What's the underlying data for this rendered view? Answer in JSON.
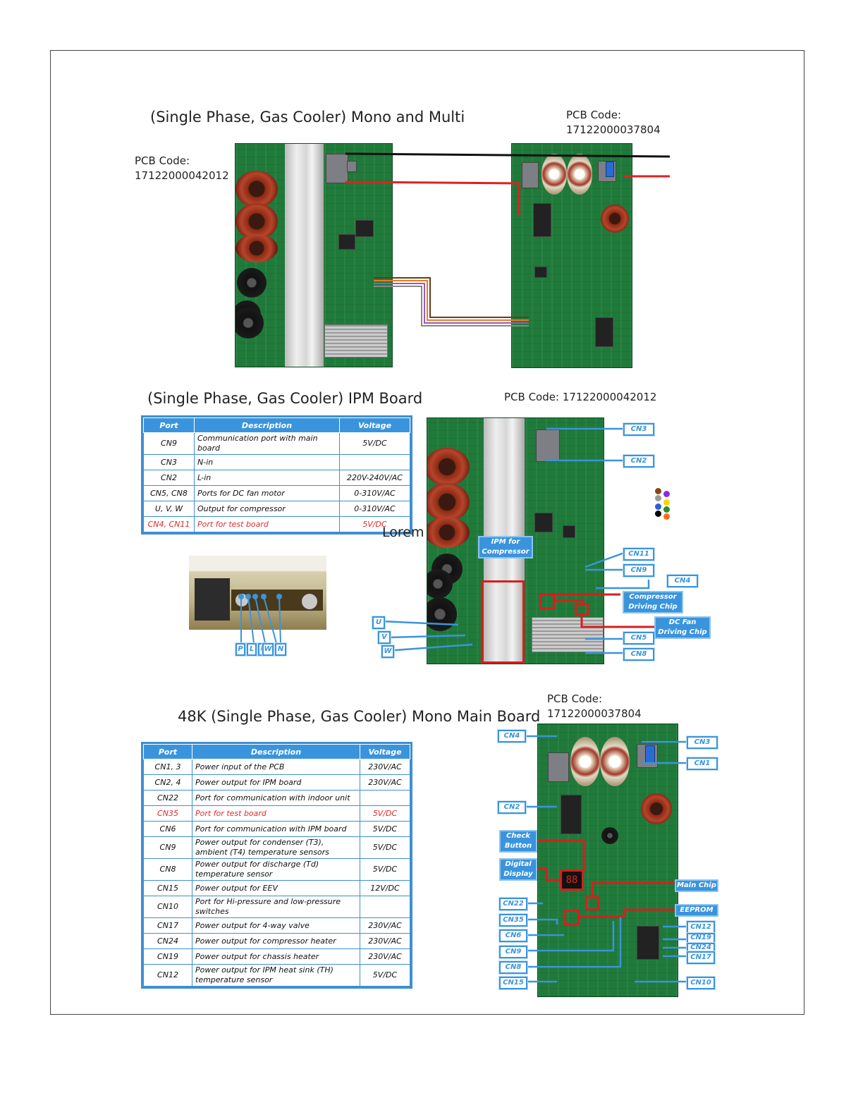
{
  "section1": {
    "title": "(Single Phase, Gas Cooler) Mono and Multi",
    "left_pcb": {
      "label": "PCB Code:",
      "code": "17122000042012"
    },
    "right_pcb": {
      "label": "PCB Code:",
      "code": "17122000037804"
    }
  },
  "section2": {
    "title": "(Single Phase, Gas Cooler) IPM Board",
    "pcb_code": "PCB Code: 17122000042012",
    "lorem": "Lorem",
    "table": {
      "headers": [
        "Port",
        "Description",
        "Voltage"
      ],
      "rows": [
        {
          "port": "CN9",
          "description": "Communication port with main board",
          "voltage": "5V/DC"
        },
        {
          "port": "CN3",
          "description": "N-in",
          "voltage": ""
        },
        {
          "port": "CN2",
          "description": "L-in",
          "voltage": "220V-240V/AC"
        },
        {
          "port": "CN5, CN8",
          "description": "Ports for DC fan motor",
          "voltage": "0-310V/AC"
        },
        {
          "port": "U, V, W",
          "description": "Output for compressor",
          "voltage": "0-310V/AC"
        },
        {
          "port": "CN4, CN11",
          "description": "Port for test board",
          "voltage": "5V/DC"
        }
      ]
    },
    "terminal_labels": [
      "P",
      "L",
      "U",
      "W",
      "N"
    ],
    "callouts": {
      "cn3": "CN3",
      "cn2": "CN2",
      "cn11": "CN11",
      "cn9": "CN9",
      "cn4": "CN4",
      "cn5": "CN5",
      "cn8": "CN8",
      "u": "U",
      "v": "V",
      "w": "W",
      "ipm": "IPM for Compressor",
      "comp_chip": "Compressor Driving Chip",
      "fan_chip": "DC Fan Driving Chip"
    },
    "wire_colors": [
      "#8b4513",
      "#8a2be2",
      "#999999",
      "#ffd400",
      "#2e8b2e",
      "#2b5fd9",
      "#000000",
      "#ff6a1a"
    ]
  },
  "section3": {
    "title": "48K (Single Phase, Gas Cooler) Mono Main Board",
    "pcb": {
      "label": "PCB Code:",
      "code": "17122000037804"
    },
    "table": {
      "headers": [
        "Port",
        "Description",
        "Voltage"
      ],
      "rows": [
        {
          "port": "CN1, 3",
          "description": "Power input of the PCB",
          "voltage": "230V/AC"
        },
        {
          "port": "CN2, 4",
          "description": "Power output for IPM board",
          "voltage": "230V/AC"
        },
        {
          "port": "CN22",
          "description": "Port for communication with indoor unit",
          "voltage": ""
        },
        {
          "port": "CN35",
          "description": "Port for test board",
          "voltage": "5V/DC"
        },
        {
          "port": "CN6",
          "description": "Port for communication with IPM board",
          "voltage": "5V/DC"
        },
        {
          "port": "CN9",
          "description": "Power output for condenser (T3), ambient (T4) temperature sensors",
          "voltage": "5V/DC"
        },
        {
          "port": "CN8",
          "description": "Power output for discharge (Td) temperature sensor",
          "voltage": "5V/DC"
        },
        {
          "port": "CN15",
          "description": "Power output for EEV",
          "voltage": "12V/DC"
        },
        {
          "port": "CN10",
          "description": "Port for Hi-pressure and low-pressure switches",
          "voltage": ""
        },
        {
          "port": "CN17",
          "description": "Power output for 4-way valve",
          "voltage": "230V/AC"
        },
        {
          "port": "CN24",
          "description": "Power output for compressor heater",
          "voltage": "230V/AC"
        },
        {
          "port": "CN19",
          "description": "Power output for chassis heater",
          "voltage": "230V/AC"
        },
        {
          "port": "CN12",
          "description": "Power output for IPM heat sink (TH) temperature sensor",
          "voltage": "5V/DC"
        }
      ]
    },
    "callouts": {
      "cn4": "CN4",
      "cn3": "CN3",
      "cn1": "CN1",
      "cn2": "CN2",
      "check": "Check Button",
      "display": "Digital Display",
      "main_chip": "Main Chip",
      "eeprom": "EEPROM",
      "cn22": "CN22",
      "cn35": "CN35",
      "cn6": "CN6",
      "cn9": "CN9",
      "cn8": "CN8",
      "cn15": "CN15",
      "cn12": "CN12",
      "cn19": "CN19",
      "cn24": "CN24",
      "cn17": "CN17",
      "cn10": "CN10",
      "digits": "88"
    }
  }
}
